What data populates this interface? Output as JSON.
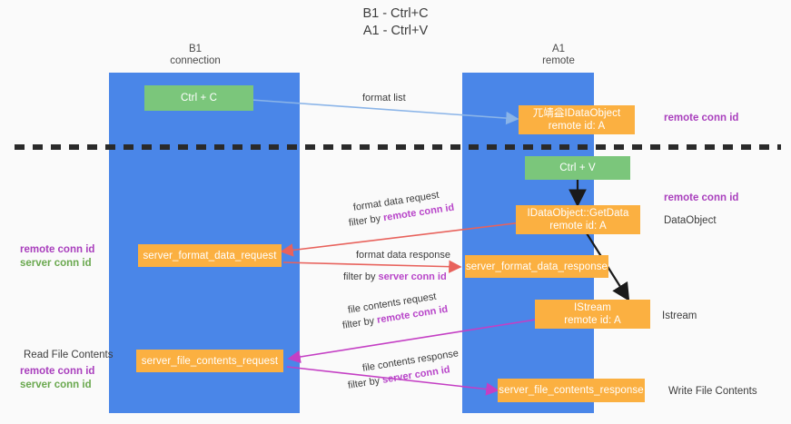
{
  "title": {
    "line1": "B1 - Ctrl+C",
    "line2": "A1 - Ctrl+V"
  },
  "lanes": [
    {
      "id": "b1",
      "title_line1": "B1",
      "title_line2": "connection"
    },
    {
      "id": "a1",
      "title_line1": "A1",
      "title_line2": "remote"
    }
  ],
  "nodes": {
    "ctrl_c": {
      "label": "Ctrl + C",
      "color": "#7bc67b"
    },
    "idataobject_top": {
      "line1": "兀靖益IDataObject",
      "line2": "remote id: A",
      "color": "#fbb041"
    },
    "ctrl_v": {
      "label": "Ctrl + V",
      "color": "#7bc67b"
    },
    "getdata": {
      "line1": "IDataObject::GetData",
      "line2": "remote id: A",
      "color": "#fbb041"
    },
    "server_format_data_request": {
      "label": "server_format_data_request",
      "color": "#fbb041"
    },
    "server_format_data_response": {
      "label": "server_format_data_response",
      "color": "#fbb041"
    },
    "istream": {
      "line1": "IStream",
      "line2": "remote id: A",
      "color": "#fbb041"
    },
    "server_file_contents_request": {
      "label": "server_file_contents_request",
      "color": "#fbb041"
    },
    "server_file_contents_response": {
      "label": "server_file_contents_response",
      "color": "#fbb041"
    }
  },
  "edge_labels": {
    "format_list": "format list",
    "format_data_request": "format data request",
    "format_data_request_filter_prefix": "filter by ",
    "format_data_request_filter_key": "remote conn id",
    "format_data_response": "format data response",
    "format_data_response_filter_prefix": "filter by ",
    "format_data_response_filter_key": "server conn id",
    "file_contents_request": "file contents request",
    "file_contents_request_filter_prefix": "filter by ",
    "file_contents_request_filter_key": "remote conn id",
    "file_contents_response": "file contents response",
    "file_contents_response_filter_prefix": "filter by ",
    "file_contents_response_filter_key": "server conn id"
  },
  "side_labels": {
    "right_remote_conn_id_top": "remote conn id",
    "right_remote_conn_id_mid": "remote conn id",
    "right_dataobject": "DataObject",
    "right_istream": "Istream",
    "right_write_file_contents": "Write File Contents",
    "left_remote_conn_id_mid": "remote conn id",
    "left_server_conn_id_mid": "server conn id",
    "left_read_file_contents": "Read File Contents",
    "left_remote_conn_id_bottom": "remote conn id",
    "left_server_conn_id_bottom": "server conn id"
  },
  "colors": {
    "lane": "#4a86e8",
    "green_node": "#7bc67b",
    "orange_node": "#fbb041",
    "blue_arrow": "#8ab4e8",
    "red_arrow": "#e8625c",
    "magenta_arrow": "#c43fc4",
    "black_arrow": "#1a1a1a",
    "purple_text": "#a93fbd",
    "green_text": "#6aa84f",
    "divider": "#2a2a2a"
  }
}
